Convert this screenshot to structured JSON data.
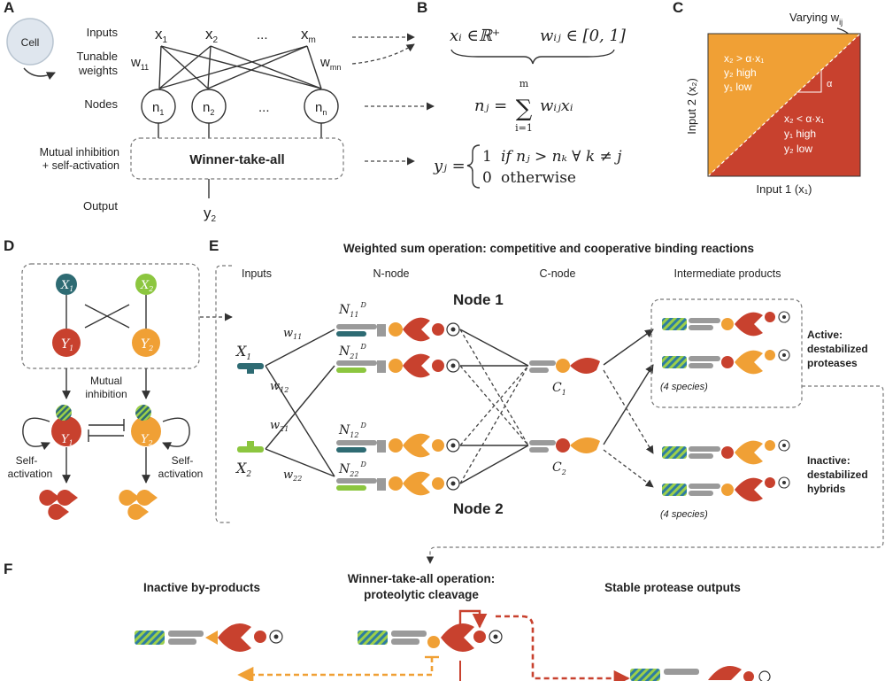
{
  "panels": {
    "a": "A",
    "b": "B",
    "c": "C",
    "d": "D",
    "e": "E",
    "f": "F"
  },
  "a": {
    "cell": "Cell",
    "inputs": "Inputs",
    "tunable": "Tunable",
    "weights": "weights",
    "nodes": "Nodes",
    "mutual": "Mutual inhibition",
    "selfact": "+ self-activation",
    "output": "Output",
    "wta": "Winner-take-all",
    "x1": "x",
    "x1s": "1",
    "x2": "x",
    "x2s": "2",
    "dots": "...",
    "xm": "x",
    "xms": "m",
    "w11": "w",
    "w11s": "11",
    "wmn": "w",
    "wmns": "mn",
    "n1": "n",
    "n1s": "1",
    "n2": "n",
    "n2s": "2",
    "nn": "n",
    "nns": "n",
    "y2": "y",
    "y2s": "2"
  },
  "b": {
    "eq1a": "xᵢ ∈ℝ⁺",
    "eq1b": "wᵢⱼ ∈ [0, 1]",
    "eq2a": "nⱼ =",
    "eq2sum": "∑",
    "eq2top": "m",
    "eq2bot": "i=1",
    "eq2b": "wᵢⱼxᵢ",
    "eq3a": "yⱼ =",
    "eq3r1a": "1",
    "eq3r1b": "if nⱼ > nₖ ∀ k ≠ j",
    "eq3r2a": "0",
    "eq3r2b": "otherwise"
  },
  "c": {
    "varying": "Varying w",
    "varyings": "ij",
    "upper1": "x₂ > α·x₁",
    "upper2": "y₂ high",
    "upper3": "y₁ low",
    "lower1": "x₂ < α·x₁",
    "lower2": "y₁ high",
    "lower3": "y₂ low",
    "alpha": "α",
    "ylabel": "Input 2 (x₂)",
    "xlabel": "Input 1 (x₁)"
  },
  "d": {
    "X1": "X",
    "X1s": "1",
    "X2": "X",
    "X2s": "2",
    "Y1": "Y",
    "Y1s": "1",
    "Y2": "Y",
    "Y2s": "2",
    "mutual1": "Mutual",
    "mutual2": "inhibition",
    "self1": "Self-",
    "self2": "activation"
  },
  "e": {
    "title": "Weighted sum operation: competitive and cooperative binding reactions",
    "inputs": "Inputs",
    "nnode": "N-node",
    "cnode": "C-node",
    "interm": "Intermediate products",
    "node1": "Node 1",
    "node2": "Node 2",
    "X1": "X",
    "X1s": "1",
    "X2": "X",
    "X2s": "2",
    "N11": "N",
    "N11s": "11",
    "N11d": "D",
    "N21": "N",
    "N21s": "21",
    "N21d": "D",
    "N12": "N",
    "N12s": "12",
    "N12d": "D",
    "N22": "N",
    "N22s": "22",
    "N22d": "D",
    "C1": "C",
    "C1s": "1",
    "C2": "C",
    "C2s": "2",
    "w11": "w",
    "w11s": "11",
    "w12": "w",
    "w12s": "12",
    "w21": "w",
    "w21s": "21",
    "w22": "w",
    "w22s": "22",
    "active1": "Active:",
    "active2": "destabilized",
    "active3": "proteases",
    "inactive1": "Inactive:",
    "inactive2": "destabilized",
    "inactive3": "hybrids",
    "species1": "(4 species)",
    "species2": "(4 species)"
  },
  "f": {
    "byproducts": "Inactive by-products",
    "wta1": "Winner-take-all operation:",
    "wta2": "proteolytic cleavage",
    "stable": "Stable protease outputs"
  },
  "colors": {
    "orange": "#f0a035",
    "red": "#c8412e",
    "teal": "#2e6b73",
    "green": "#8cc63f",
    "grey": "#9a9a9a"
  }
}
